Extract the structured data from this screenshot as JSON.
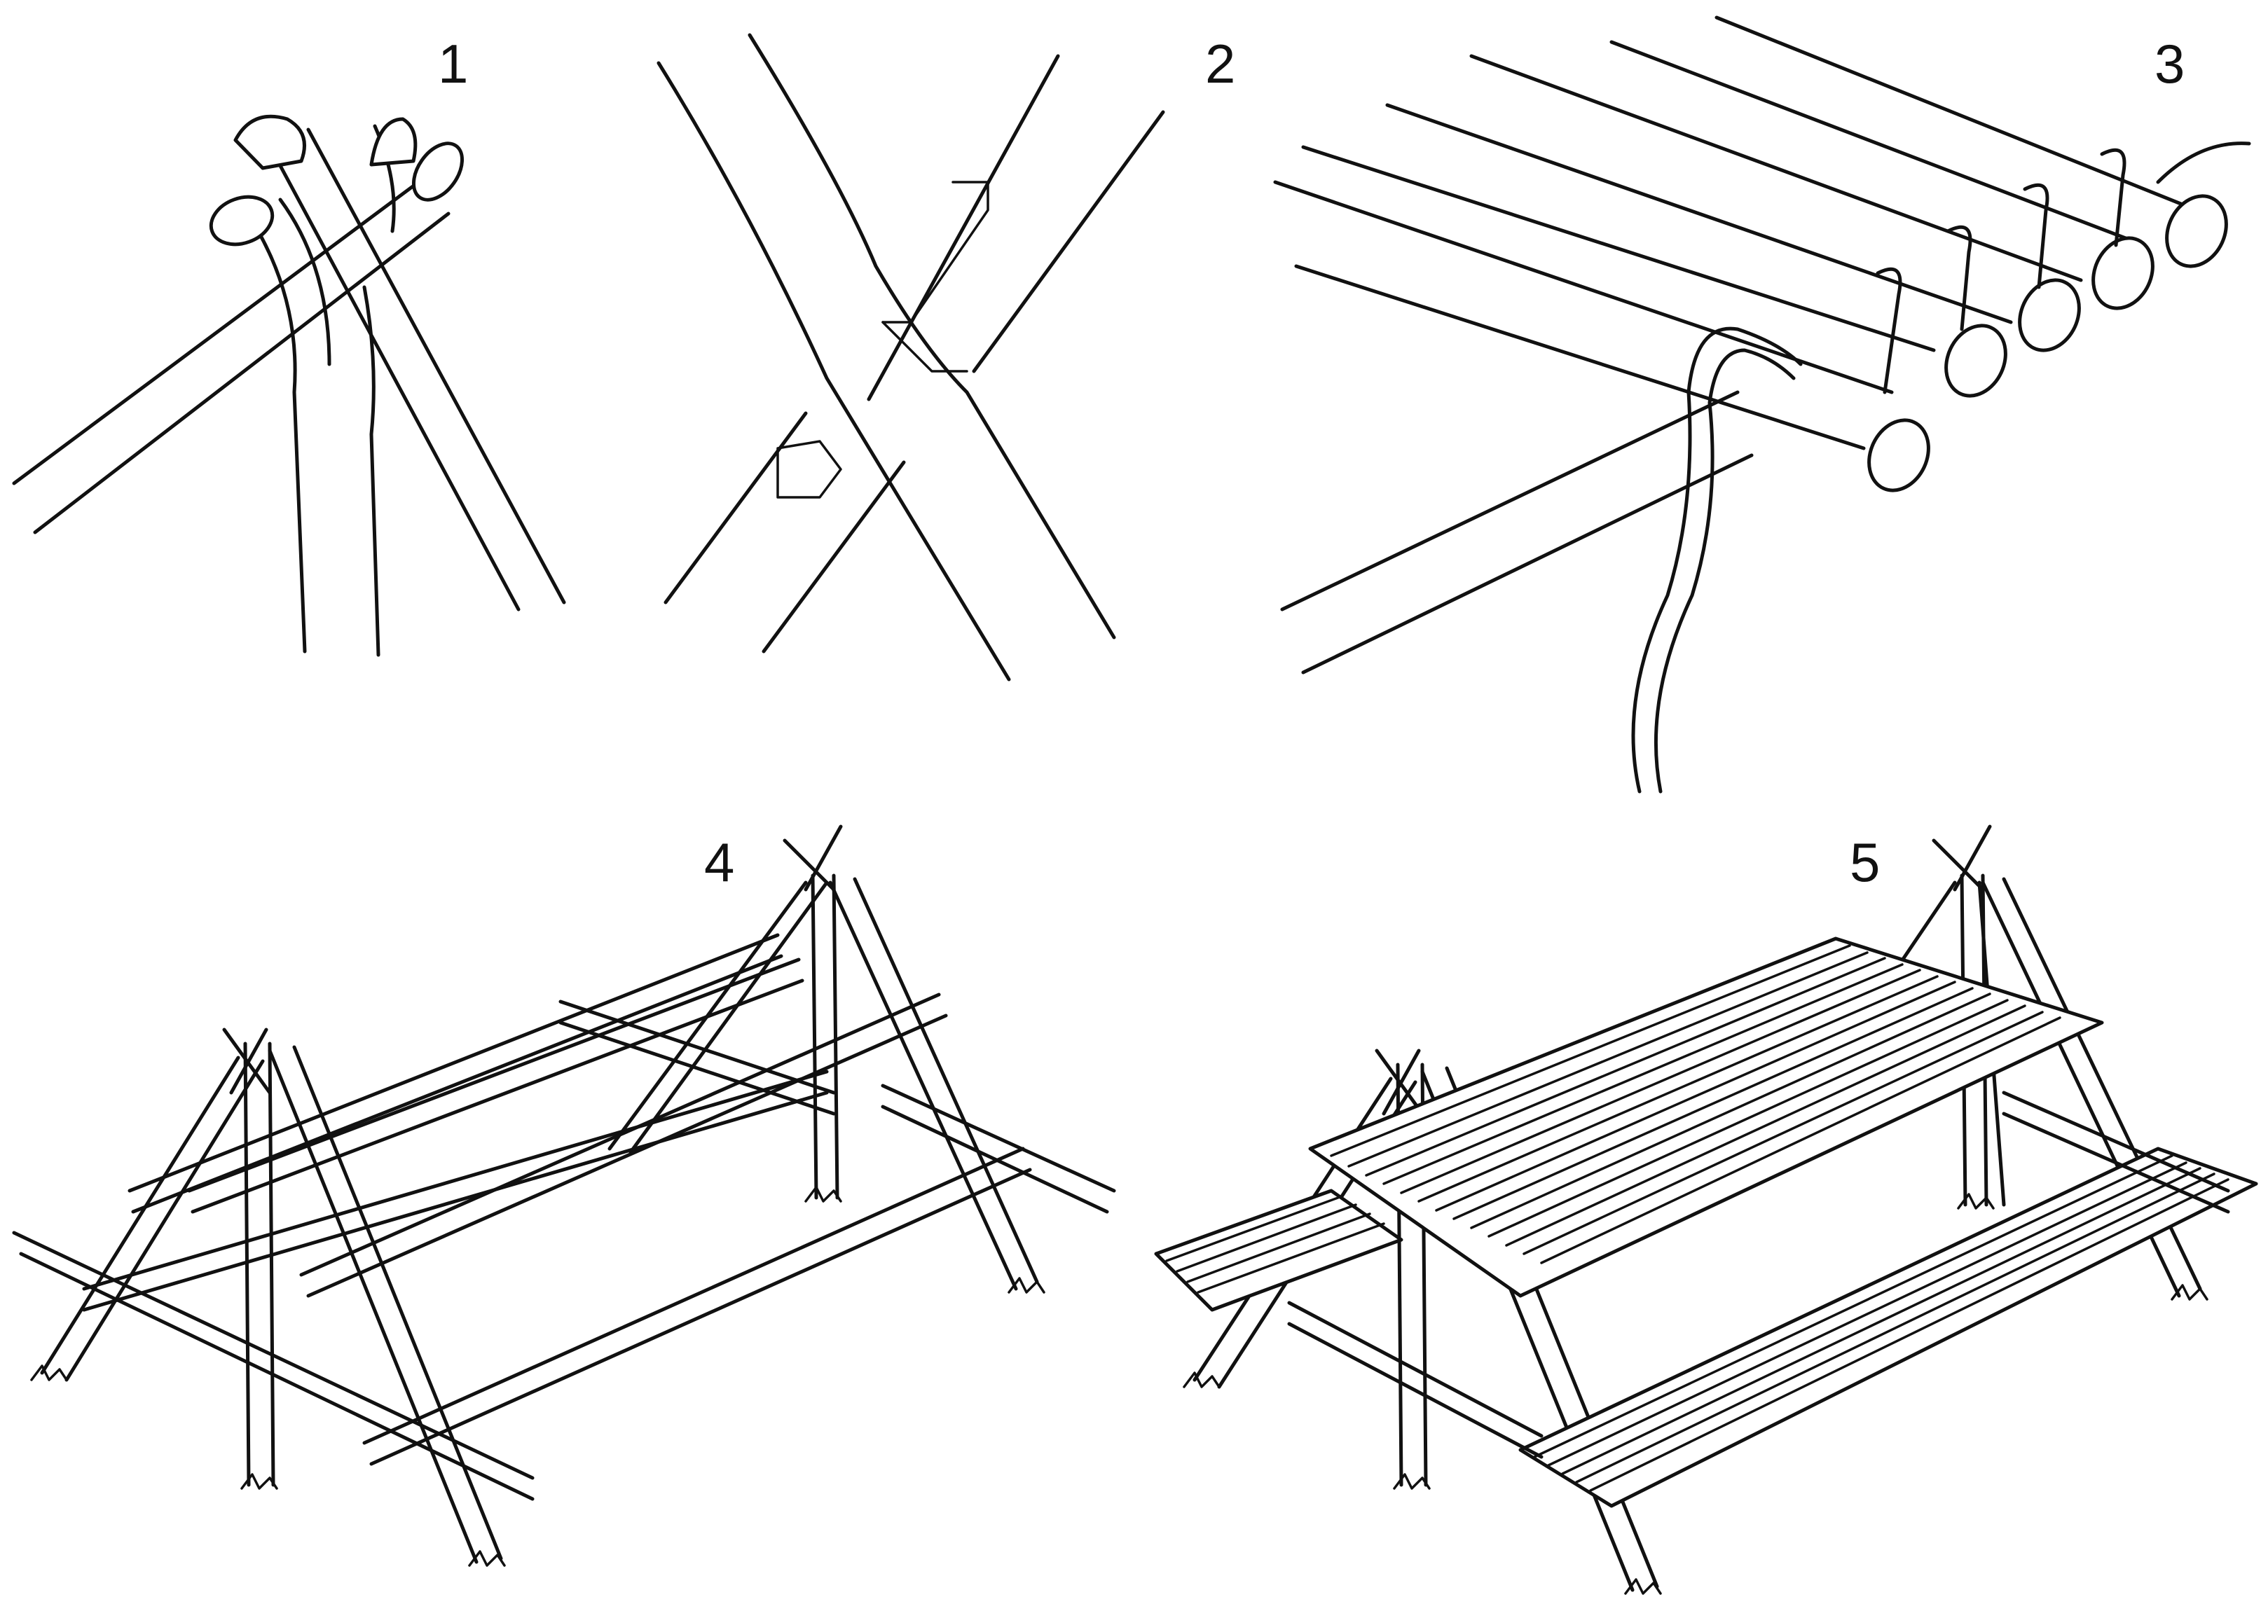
{
  "steps": [
    {
      "number": "1",
      "content": "crossed-poles"
    },
    {
      "number": "2",
      "content": "notched-joint"
    },
    {
      "number": "3",
      "content": "lashed-crossbars"
    },
    {
      "number": "4",
      "content": "table-frame"
    },
    {
      "number": "5",
      "content": "finished-table"
    }
  ],
  "colors": {
    "ink": "#111111",
    "paper": "#ffffff"
  }
}
